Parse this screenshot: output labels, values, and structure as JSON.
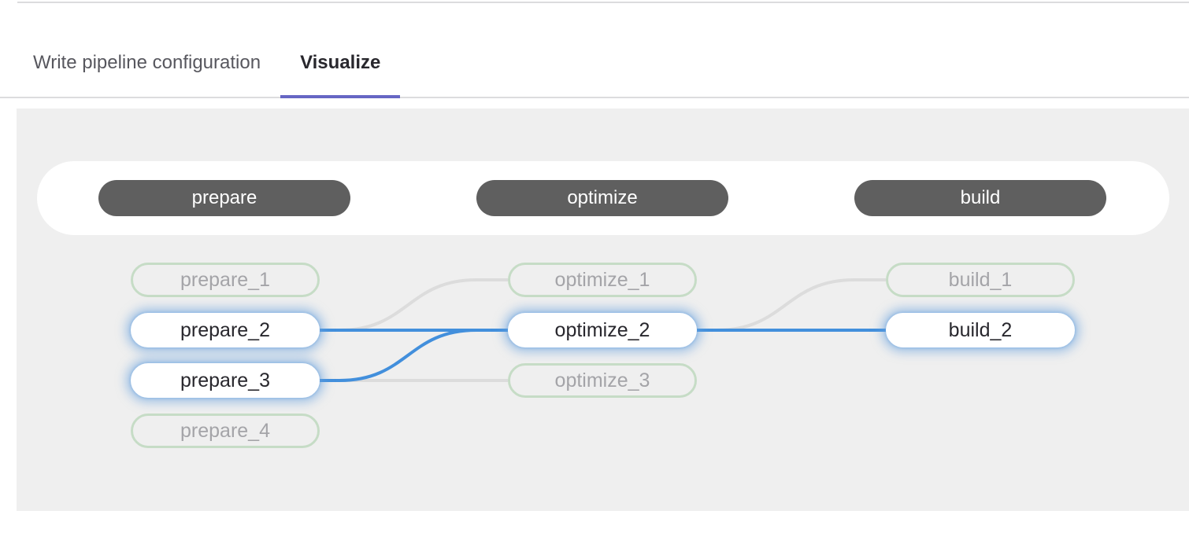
{
  "tabs": [
    {
      "label": "Write pipeline configuration",
      "active": false
    },
    {
      "label": "Visualize",
      "active": true
    }
  ],
  "colors": {
    "active_tab_underline": "#6666c4",
    "panel_background": "#efefef",
    "stage_pill_background": "#5f5f5f",
    "job_status_border_green": "#c6dcc6",
    "link_highlight_blue": "#428fdc",
    "link_gray": "#dcdcdc",
    "highlight_glow": "rgba(102,160,222,0.55)"
  },
  "pipeline": {
    "stages": [
      {
        "name": "prepare",
        "jobs": [
          {
            "name": "prepare_1",
            "highlighted": false
          },
          {
            "name": "prepare_2",
            "highlighted": true
          },
          {
            "name": "prepare_3",
            "highlighted": true
          },
          {
            "name": "prepare_4",
            "highlighted": false
          }
        ]
      },
      {
        "name": "optimize",
        "jobs": [
          {
            "name": "optimize_1",
            "highlighted": false
          },
          {
            "name": "optimize_2",
            "highlighted": true
          },
          {
            "name": "optimize_3",
            "highlighted": false
          }
        ]
      },
      {
        "name": "build",
        "jobs": [
          {
            "name": "build_1",
            "highlighted": false
          },
          {
            "name": "build_2",
            "highlighted": true
          }
        ]
      }
    ],
    "links": [
      {
        "from": "prepare_2",
        "to": "optimize_1",
        "highlighted": false
      },
      {
        "from": "prepare_3",
        "to": "optimize_3",
        "highlighted": false
      },
      {
        "from": "optimize_2",
        "to": "build_1",
        "highlighted": false
      },
      {
        "from": "prepare_2",
        "to": "optimize_2",
        "highlighted": true
      },
      {
        "from": "prepare_3",
        "to": "optimize_2",
        "highlighted": true
      },
      {
        "from": "optimize_2",
        "to": "build_2",
        "highlighted": true
      }
    ]
  }
}
